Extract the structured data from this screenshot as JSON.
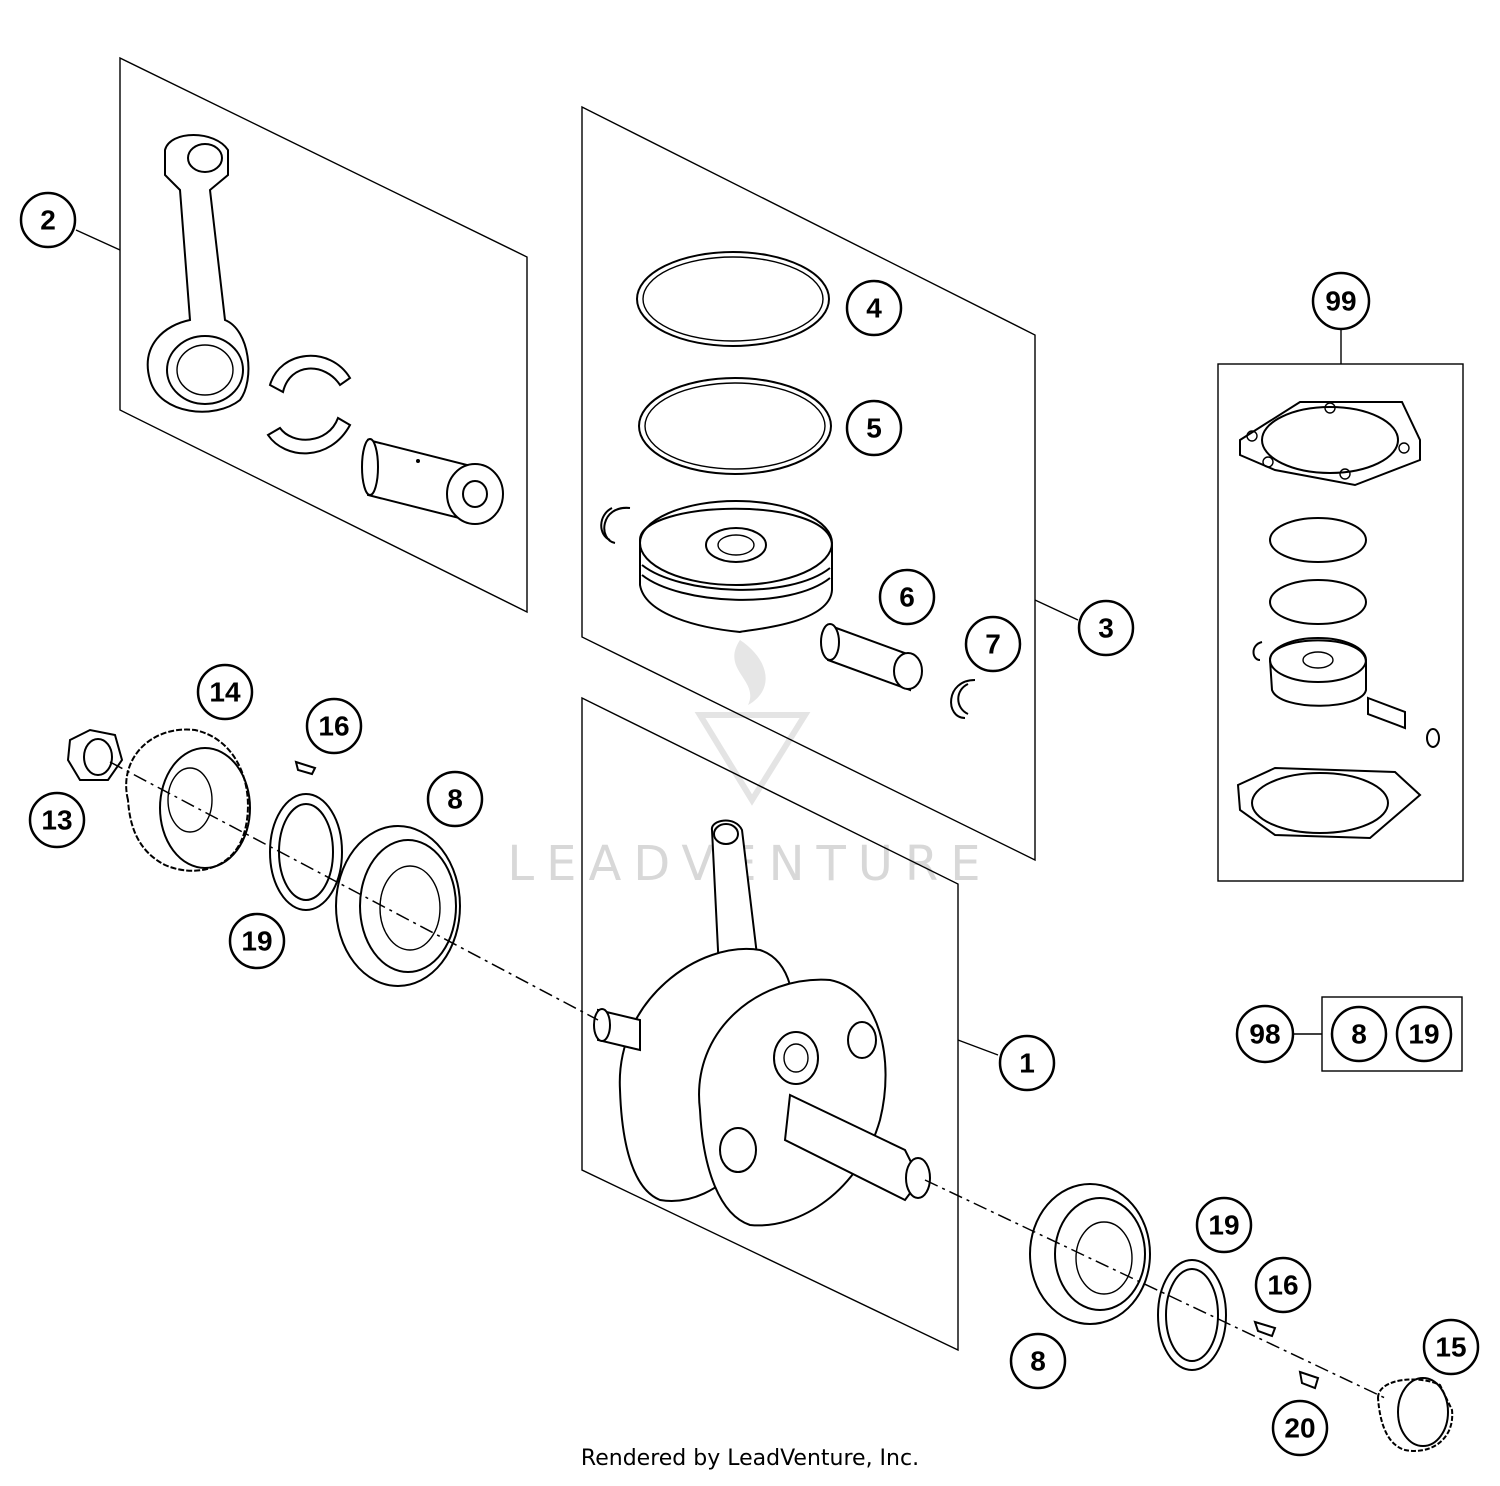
{
  "diagram": {
    "callouts": [
      "1",
      "2",
      "3",
      "4",
      "5",
      "6",
      "7",
      "8",
      "8",
      "13",
      "14",
      "15",
      "16",
      "16",
      "19",
      "19",
      "20",
      "98",
      "99"
    ],
    "kit_98_contents": [
      "8",
      "19"
    ]
  },
  "watermark": {
    "text": "LEADVENTURE"
  },
  "footer": {
    "text": "Rendered by LeadVenture, Inc."
  }
}
